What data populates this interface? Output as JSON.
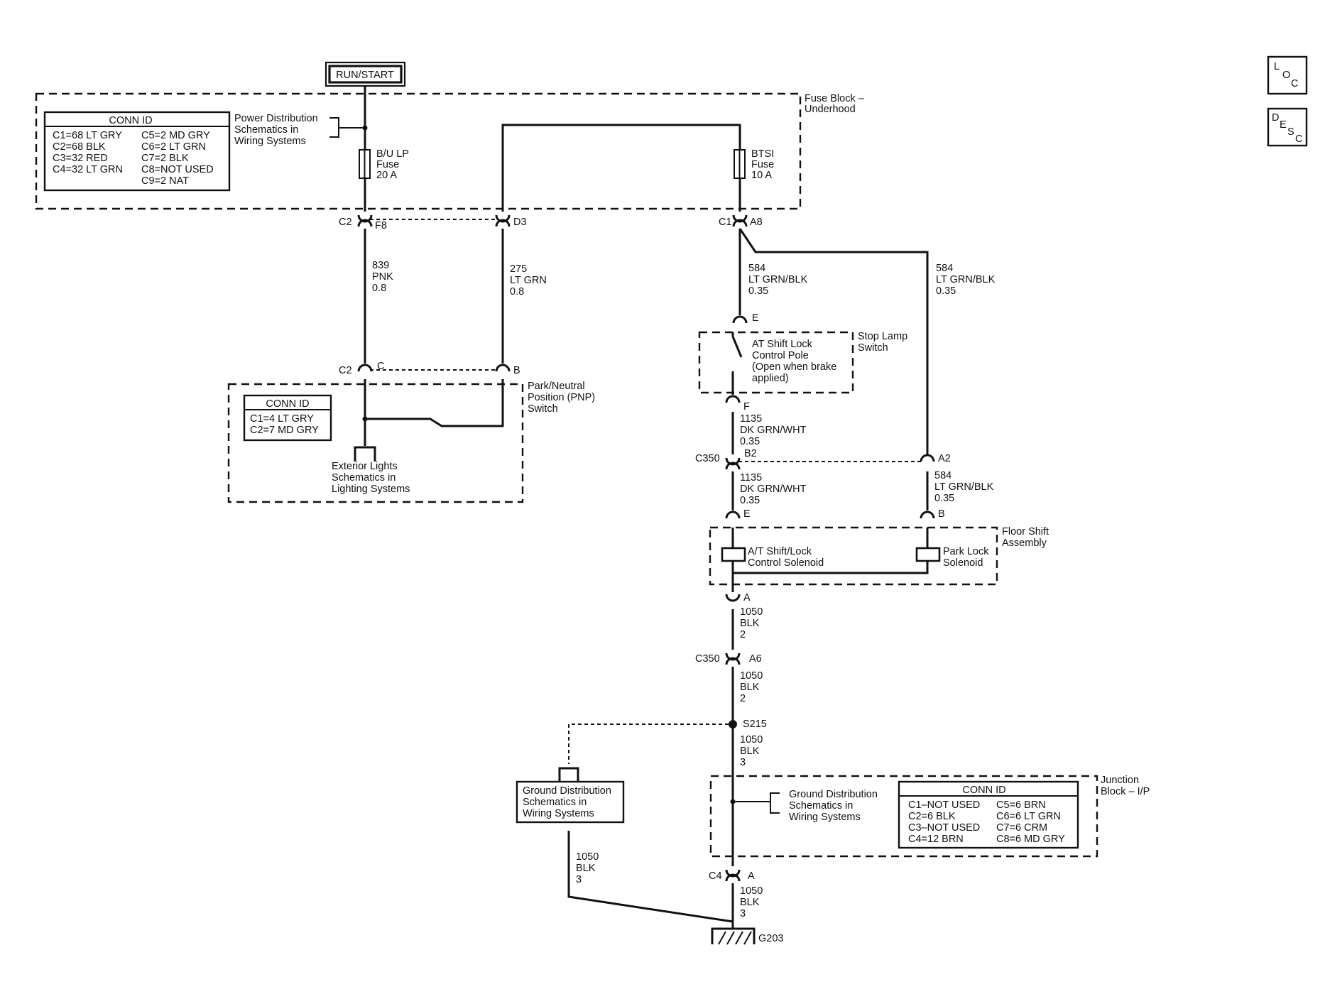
{
  "power_source": "RUN/START",
  "nav_buttons": {
    "loc": [
      "L",
      "O",
      "C"
    ],
    "desc": [
      "D",
      "E",
      "S",
      "C"
    ]
  },
  "fuse_block": {
    "label": [
      "Fuse Block –",
      "Underhood"
    ],
    "conn_id": {
      "title": "CONN ID",
      "left": [
        "C1=68 LT GRY",
        "C2=68 BLK",
        "C3=32 RED",
        "C4=32 LT GRN"
      ],
      "right": [
        "C5=2 MD GRY",
        "C6=2 LT GRN",
        "C7=2 BLK",
        "C8=NOT USED",
        "C9=2 NAT"
      ]
    },
    "power_ref": [
      "Power Distribution",
      "Schematics in",
      "Wiring Systems"
    ],
    "fuse_bu_lp": [
      "B/U LP",
      "Fuse",
      "20 A"
    ],
    "fuse_btsi": [
      "BTSI",
      "Fuse",
      "10 A"
    ]
  },
  "connectors": {
    "c2_f8": [
      "C2",
      "F8"
    ],
    "d3": "D3",
    "c1_a8": [
      "C1",
      "A8"
    ],
    "c2_c": [
      "C2",
      "C"
    ],
    "b": "B",
    "e_stop": "E",
    "f_stop": "F",
    "c350_b2": [
      "C350",
      "B2"
    ],
    "a2": "A2",
    "e_floor": "E",
    "b_floor": "B",
    "a_floor": "A",
    "c350_a6": [
      "C350",
      "A6"
    ],
    "s215": "S215",
    "c4_a": [
      "C4",
      "A"
    ],
    "g203": "G203"
  },
  "wires": {
    "w839": [
      "839",
      "PNK",
      "0.8"
    ],
    "w275": [
      "275",
      "LT GRN",
      "0.8"
    ],
    "w584_left": [
      "584",
      "LT GRN/BLK",
      "0.35"
    ],
    "w584_right": [
      "584",
      "LT GRN/BLK",
      "0.35"
    ],
    "w1135_a": [
      "1135",
      "DK GRN/WHT",
      "0.35"
    ],
    "w1135_b": [
      "1135",
      "DK GRN/WHT",
      "0.35"
    ],
    "w584_lower": [
      "584",
      "LT GRN/BLK",
      "0.35"
    ],
    "w1050_a": [
      "1050",
      "BLK",
      "2"
    ],
    "w1050_b": [
      "1050",
      "BLK",
      "2"
    ],
    "w1050_c": [
      "1050",
      "BLK",
      "3"
    ],
    "w1050_left": [
      "1050",
      "BLK",
      "3"
    ],
    "w1050_d": [
      "1050",
      "BLK",
      "3"
    ]
  },
  "pnp_switch": {
    "label": [
      "Park/Neutral",
      "Position (PNP)",
      "Switch"
    ],
    "conn_id": {
      "title": "CONN ID",
      "rows": [
        "C1=4 LT GRY",
        "C2=7 MD GRY"
      ]
    },
    "ext_lights": [
      "Exterior Lights",
      "Schematics in",
      "Lighting Systems"
    ]
  },
  "stop_lamp_switch": {
    "label": [
      "Stop Lamp",
      "Switch"
    ],
    "pole": [
      "AT Shift Lock",
      "Control Pole",
      "(Open when brake",
      "applied)"
    ]
  },
  "floor_shift": {
    "label": [
      "Floor Shift",
      "Assembly"
    ],
    "solenoid_a": [
      "A/T Shift/Lock",
      "Control Solenoid"
    ],
    "solenoid_b": [
      "Park Lock",
      "Solenoid"
    ]
  },
  "ground_dist_left": [
    "Ground Distribution",
    "Schematics in",
    "Wiring Systems"
  ],
  "junction_block": {
    "label": [
      "Junction",
      "Block – I/P"
    ],
    "ground_ref": [
      "Ground Distribution",
      "Schematics in",
      "Wiring Systems"
    ],
    "conn_id": {
      "title": "CONN ID",
      "left": [
        "C1–NOT USED",
        "C2=6 BLK",
        "C3–NOT USED",
        "C4=12 BRN"
      ],
      "right": [
        "C5=6 BRN",
        "C6=6 LT GRN",
        "C7=6 CRM",
        "C8=6 MD GRY"
      ]
    }
  }
}
